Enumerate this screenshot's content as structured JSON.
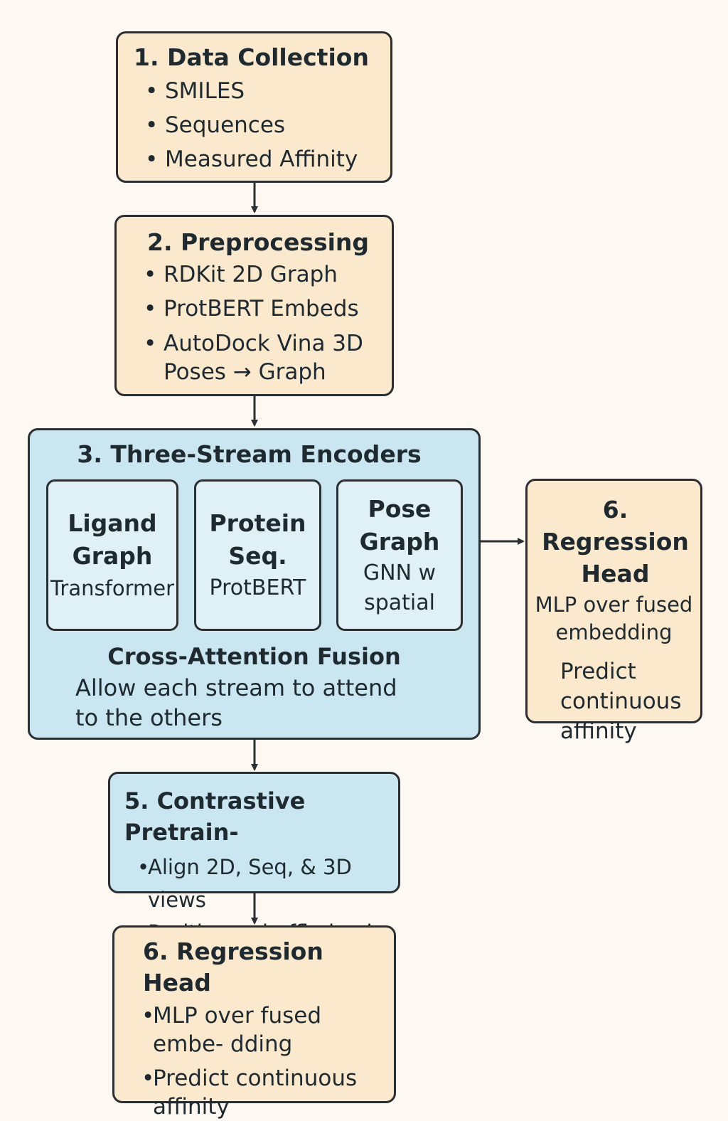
{
  "step1": {
    "title": "1. Data Collection",
    "items": [
      "SMILES",
      "Sequences",
      "Measured Affinity"
    ]
  },
  "step2": {
    "title": "2. Preprocessing",
    "items": [
      "RDKit 2D Graph",
      "ProtBERT Embeds",
      "AutoDock Vina 3D Poses → Graph"
    ]
  },
  "step3": {
    "title": "3. Three-Stream Encoders",
    "streams": [
      {
        "title": "Ligand Graph",
        "sub": "Transformer"
      },
      {
        "title": "Protein Seq.",
        "sub": "ProtBERT"
      },
      {
        "title": "Pose Graph",
        "sub": "GNN w spatial"
      }
    ],
    "fusion_title": "Cross-Attention Fusion",
    "fusion_desc": "Allow each stream to attend to the others"
  },
  "step5": {
    "title": "5. Contrastive Pretrain-",
    "items": [
      "Align 2D, Seq, & 3D views",
      "Positives: shuffled pairs"
    ]
  },
  "step6_side": {
    "title": "6. Regression Head",
    "sub": "MLP over fused embedding",
    "desc": "Predict continuous affinity"
  },
  "step6_bottom": {
    "title": "6. Regression Head",
    "items": [
      "MLP over fused embe- dding",
      "Predict continuous affinity"
    ]
  },
  "colors": {
    "peach": "#fbe9cd",
    "blue": "#cae6f0",
    "inner_blue": "#dff0f7",
    "border": "#2b2f31"
  }
}
